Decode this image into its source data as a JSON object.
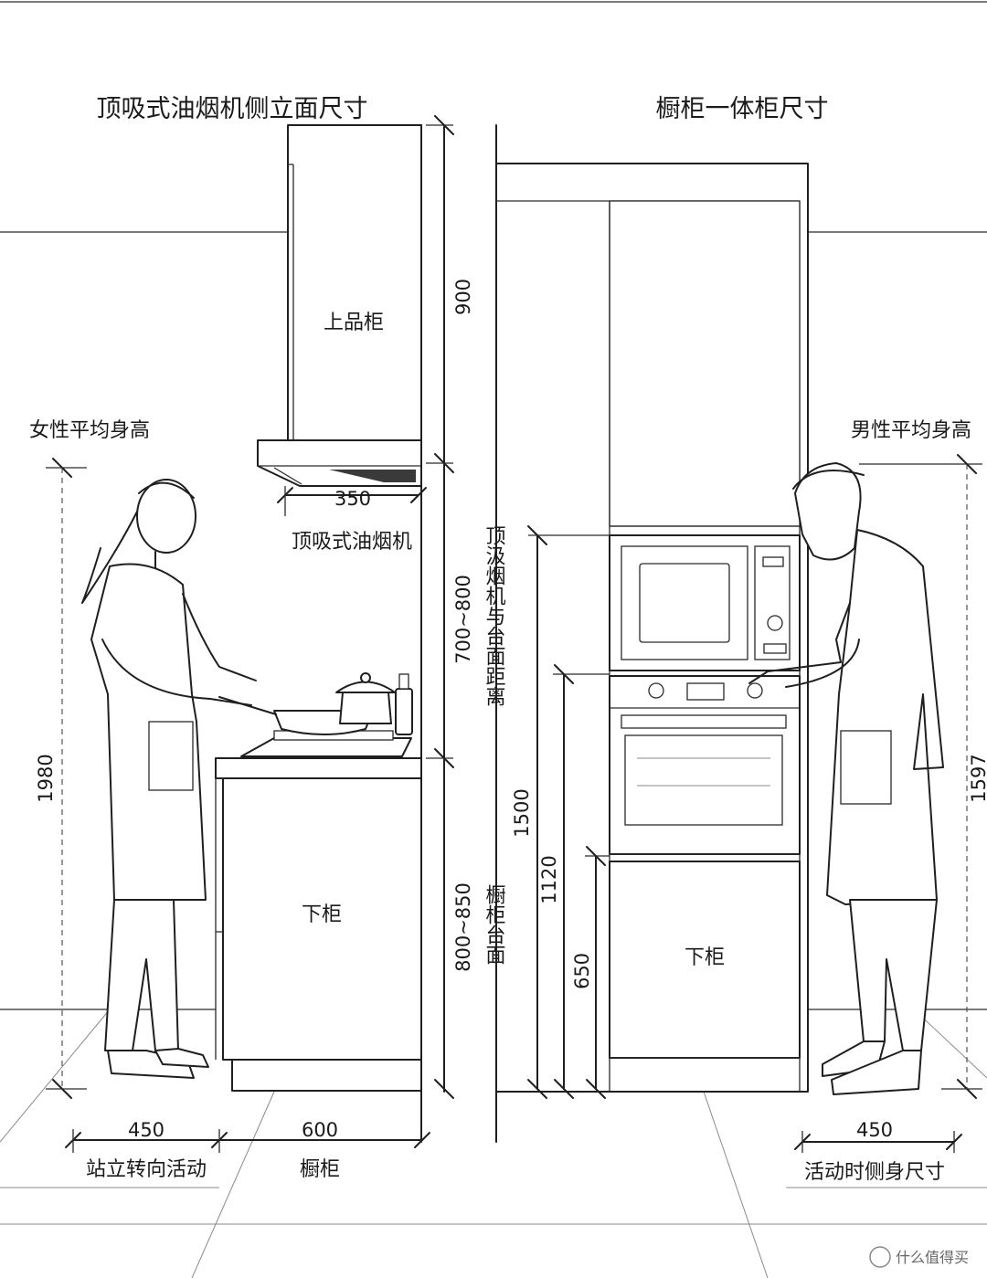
{
  "titles": {
    "left": "顶吸式油烟机侧立面尺寸",
    "right": "橱柜一体柜尺寸"
  },
  "labels": {
    "upper_cabinet": "上品柜",
    "lower_cabinet_left": "下柜",
    "lower_cabinet_right": "下柜",
    "range_hood": "顶吸式油烟机",
    "female_height": "女性平均身高",
    "male_height": "男性平均身高",
    "hood_to_counter": "顶汲烟机与台面距离",
    "counter": "橱柜台面",
    "stand_turn": "站立转向活动",
    "cabinet": "橱柜",
    "side_body": "活动时侧身尺寸",
    "watermark": "什么值得买"
  },
  "dimensions": {
    "upper_cabinet_height": "900",
    "hood_depth": "350",
    "hood_to_counter": "700~800",
    "counter_height": "800~850",
    "female_height": "1980",
    "male_height": "1597",
    "microwave_height": "1500",
    "oven_height": "1120",
    "lower_right_height": "650",
    "stand_width": "450",
    "cabinet_depth": "600",
    "side_width": "450"
  }
}
